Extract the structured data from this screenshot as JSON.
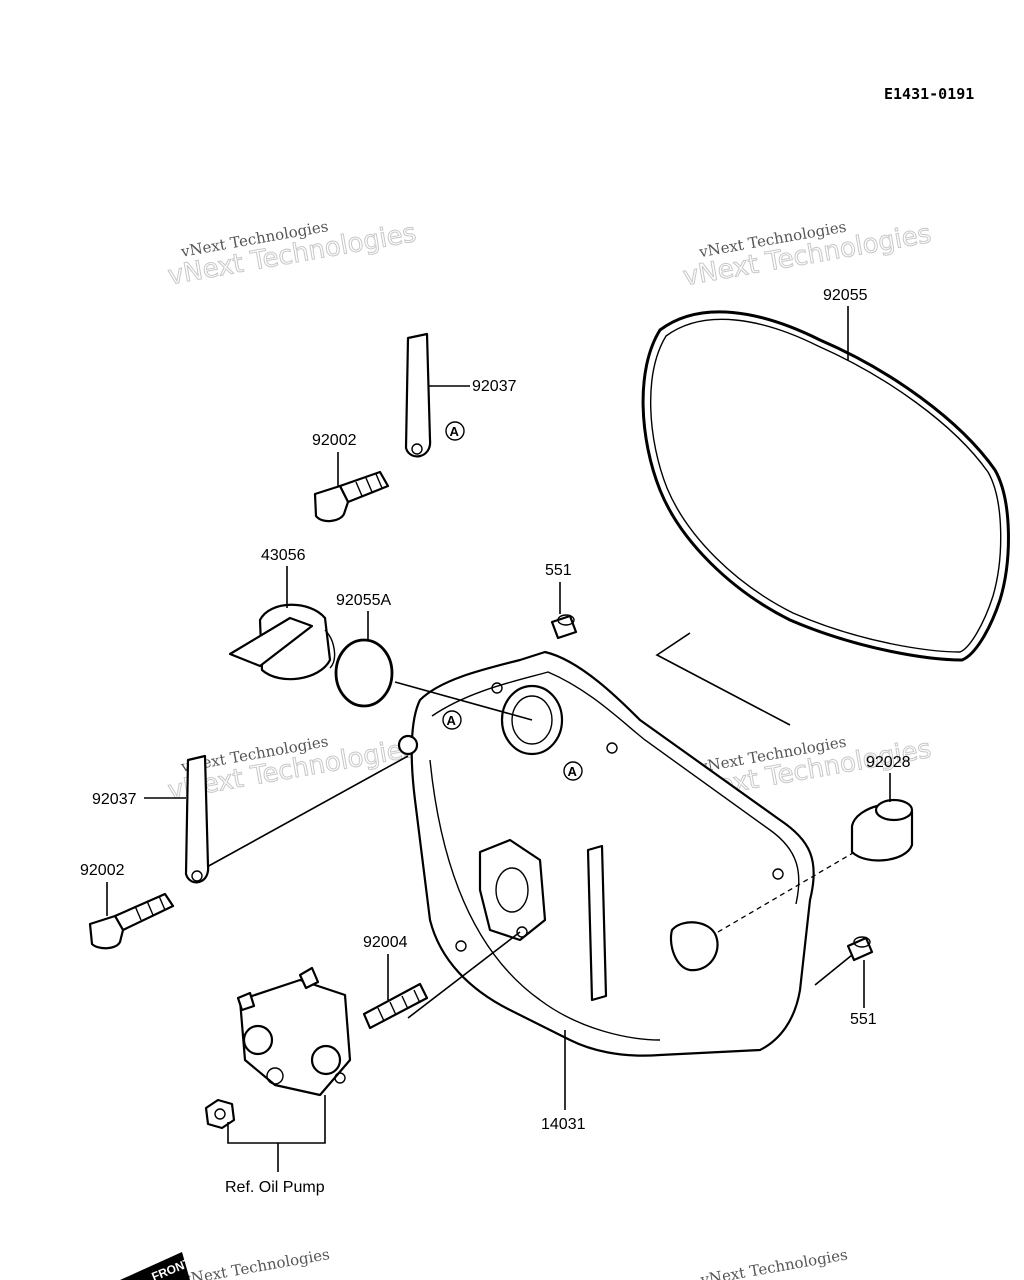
{
  "diagram": {
    "code": "E1431-0191",
    "watermark": {
      "line1": "vNext Technologies",
      "line2": "vNext Technologies"
    },
    "parts": {
      "p92055": "92055",
      "p92037_top": "92037",
      "p92002_top": "92002",
      "p43056": "43056",
      "p92055A": "92055A",
      "p551_top": "551",
      "p92037_left": "92037",
      "p92002_left": "92002",
      "p92004": "92004",
      "p92028": "92028",
      "p551_right": "551",
      "p14031": "14031"
    },
    "ref_note": "Ref. Oil Pump",
    "marker": "A",
    "front_badge": "FRONT"
  }
}
